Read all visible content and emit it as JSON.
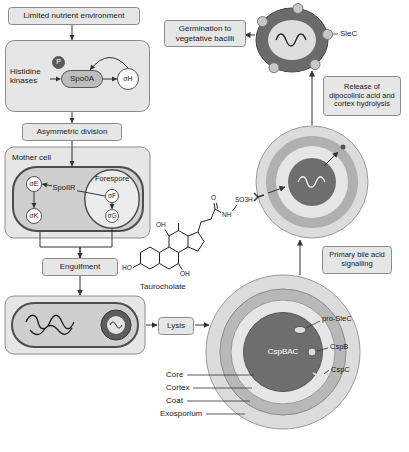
{
  "diagram": {
    "nodes": [
      {
        "text": [
          "Limited nutrient environment"
        ]
      },
      {
        "text": [
          "Histidine kinases"
        ]
      },
      {
        "text": [
          "P"
        ],
        "in": 1
      },
      {
        "text": [
          "Spo0A"
        ],
        "in": 1
      },
      {
        "text": [
          "σH"
        ],
        "in": 1
      },
      {
        "text": [
          "Asymmetric division"
        ]
      },
      {
        "text": [
          "Mother cell"
        ]
      },
      {
        "text": [
          "Forespore"
        ],
        "in": 6
      },
      {
        "text": [
          "σE"
        ],
        "in": 6
      },
      {
        "text": [
          "σK"
        ],
        "in": 6
      },
      {
        "text": [
          "σF"
        ],
        "in": 7
      },
      {
        "text": [
          "σG"
        ],
        "in": 7
      },
      {
        "text": [
          "Engulfment"
        ]
      },
      {
        "text": [
          "Lysis"
        ]
      },
      {
        "text": [
          "CspBAC"
        ]
      },
      {
        "text": [
          "Primary bile acid signalling"
        ]
      },
      {
        "text": [
          "Release of dipocolinic acid and cortex hydrolysis"
        ]
      },
      {
        "text": [
          "Germination to vegetative bacilli"
        ]
      }
    ],
    "edges": [
      {
        "from": 0,
        "to": 1,
        "arrow": "to"
      },
      {
        "from": 1,
        "to": 5,
        "arrow": "to"
      },
      {
        "from": 5,
        "to": 6,
        "arrow": "to"
      },
      {
        "from": 3,
        "to": 4,
        "arrow": "to"
      },
      {
        "from": 4,
        "to": 3,
        "arrow": "to"
      },
      {
        "from": 10,
        "to": 8,
        "label": "SpoIIR",
        "arrow": "to"
      },
      {
        "from": 8,
        "to": 9,
        "arrow": "to"
      },
      {
        "from": 10,
        "to": 11,
        "arrow": "to"
      },
      {
        "from": 6,
        "to": 12,
        "arrow": "to"
      },
      {
        "from": 7,
        "to": 12,
        "arrow": "to"
      }
    ],
    "labels": [
      "Core",
      "Cortex",
      "Coat",
      "Exosporium",
      "pro-SleC",
      "CspB",
      "CspC",
      "SleC",
      "Taurocholate",
      "HO",
      "OH",
      "OH",
      "O",
      "NH",
      "SO3H"
    ]
  }
}
